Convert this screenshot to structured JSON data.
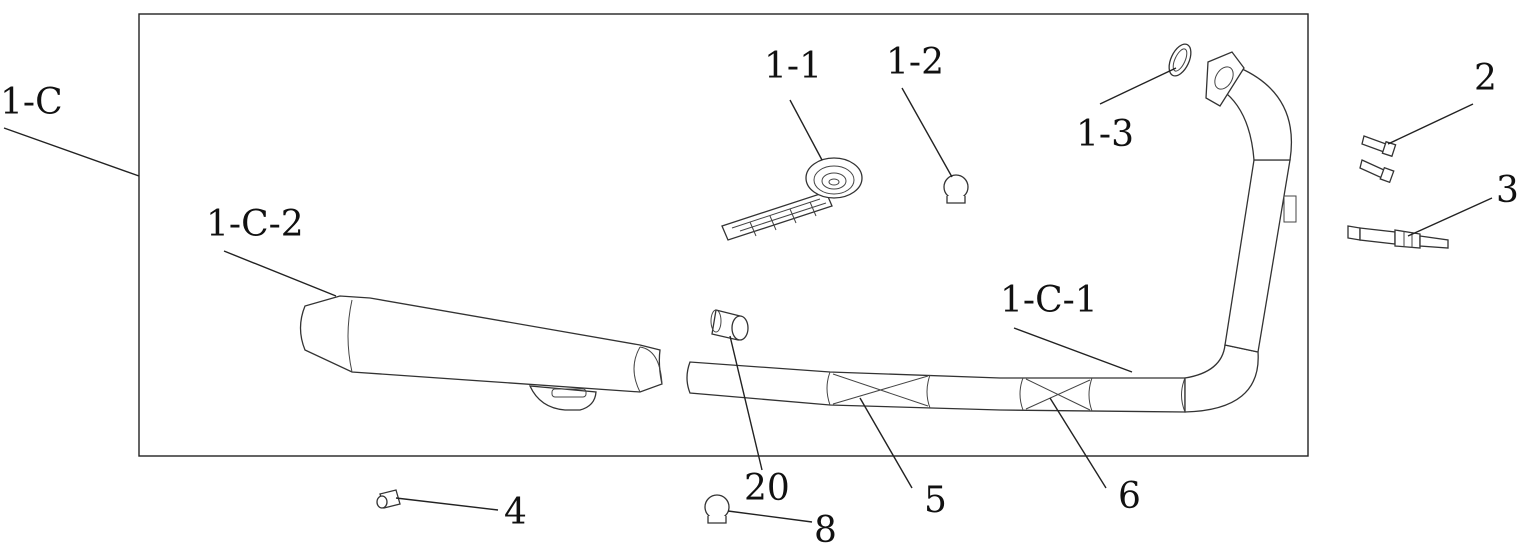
{
  "labels": {
    "assembly": "1-C",
    "heat_wrap": "1-1",
    "nut_top": "1-2",
    "gasket": "1-3",
    "bolt": "2",
    "sensor": "3",
    "small_bolt": "4",
    "nut_bottom": "8",
    "sleeve": "20",
    "clamp_left": "5",
    "clamp_right": "6",
    "muffler": "1-C-2",
    "header_pipe": "1-C-1"
  }
}
